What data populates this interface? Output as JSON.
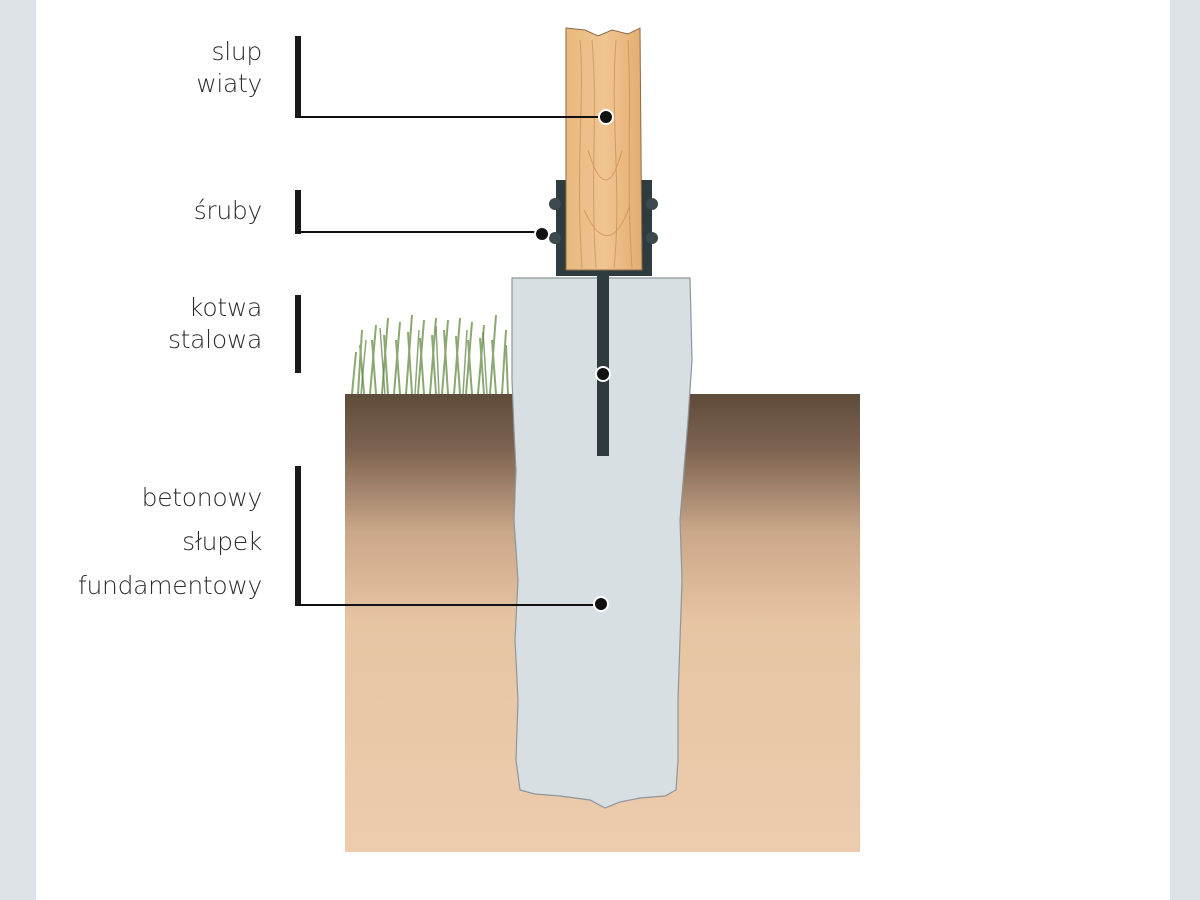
{
  "labels": {
    "slup_line1": "slup",
    "slup_line2": "wiaty",
    "sruby": "śruby",
    "kotwa_line1": "kotwa",
    "kotwa_line2": "stalowa",
    "beton_line1": "betonowy",
    "beton_line2": "słupek",
    "beton_line3": "fundamentowy"
  },
  "colors": {
    "wood": "#e6b57e",
    "concrete": "#d6dde2",
    "steel": "#2f3c3f",
    "soil_top": "#6a5544",
    "soil_bottom": "#e8c7a6",
    "grass": "#7a9a5c"
  }
}
